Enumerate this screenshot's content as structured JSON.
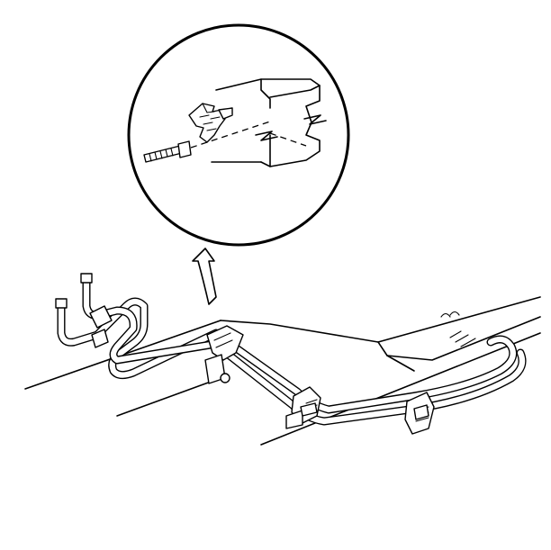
{
  "diagram": {
    "components": [
      "frame-rail",
      "fuel-lines",
      "brake-line-bracket",
      "retainer-clip",
      "bolt",
      "detail-circle",
      "reference-arrow"
    ],
    "colors": {
      "line": "#000000",
      "background": "#ffffff"
    }
  }
}
